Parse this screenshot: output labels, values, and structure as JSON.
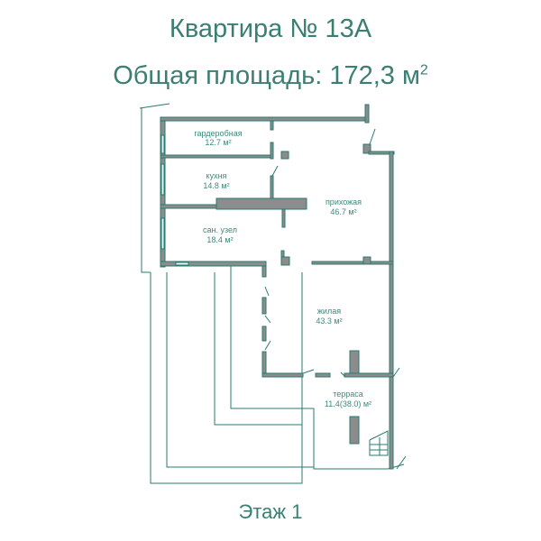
{
  "header": {
    "apartment_title": "Квартира № 13А",
    "area_label": "Общая площадь: 172,3 м",
    "area_superscript": "2"
  },
  "rooms": [
    {
      "name": "гардеробная",
      "area": "12.7 м²"
    },
    {
      "name": "кухня",
      "area": "14.8 м²"
    },
    {
      "name": "сан. узел",
      "area": "18.4 м²"
    },
    {
      "name": "прихожая",
      "area": "46.7 м²"
    },
    {
      "name": "жилая",
      "area": "43.3 м²"
    },
    {
      "name": "терраса",
      "area": "11.4(38.0) м²"
    }
  ],
  "footer": {
    "floor_label": "Этаж 1"
  },
  "colors": {
    "accent": "#2a7a70",
    "wall": "#8c8c8c",
    "text": "#3a7f72"
  }
}
